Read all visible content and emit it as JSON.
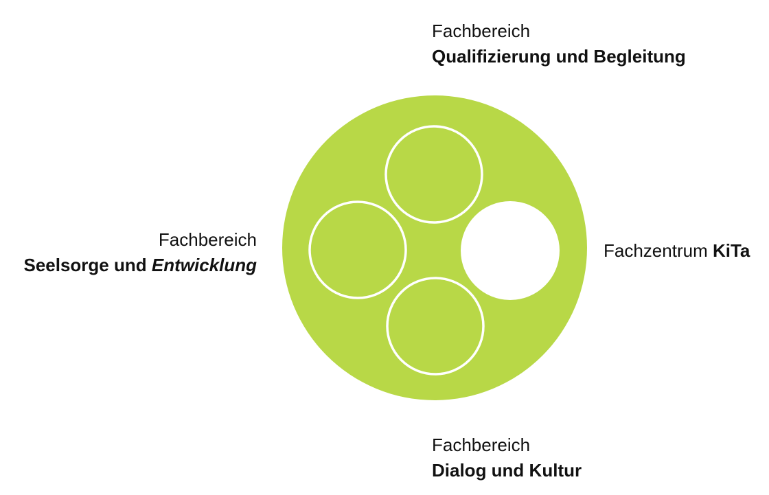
{
  "colors": {
    "outer_circle": "#b8d847",
    "inner_ring_stroke": "#ffffff",
    "kita_fill": "#ffffff",
    "text": "#111111"
  },
  "labels": {
    "top": {
      "line1": "Fachbereich",
      "line2": "Qualifizierung und Begleitung"
    },
    "left": {
      "line1": "Fachbereich",
      "line2_bold": "Seelsorge und ",
      "line2_italic": "Entwicklung"
    },
    "right": {
      "prefix": "Fachzentrum ",
      "bold": "KiTa"
    },
    "bottom": {
      "line1": "Fachbereich",
      "line2": "Dialog und Kultur"
    }
  }
}
